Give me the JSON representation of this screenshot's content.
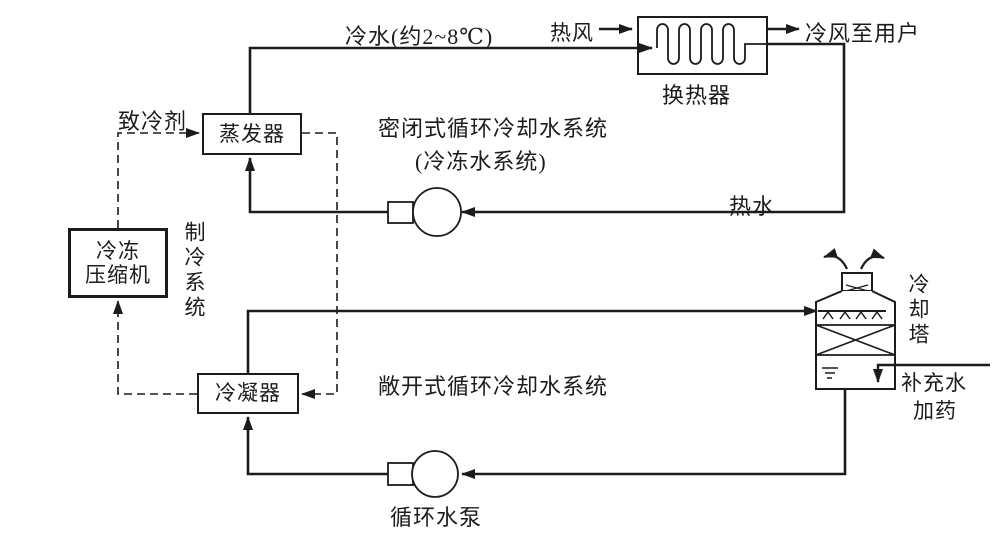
{
  "labels": {
    "cold_water": "冷水(约2~8℃)",
    "hot_wind": "热风",
    "cold_wind_to_user": "冷风至用户",
    "heat_exchanger": "换热器",
    "closed_system_line1": "密闭式循环冷却水系统",
    "closed_system_line2": "(冷冻水系统)",
    "hot_water": "热水",
    "refrigerant": "致冷剂",
    "evaporator": "蒸发器",
    "compressor_line1": "冷冻",
    "compressor_line2": "压缩机",
    "refrigeration_system": "制冷系统",
    "condenser": "冷凝器",
    "open_system": "敞开式循环冷却水系统",
    "circulating_pump": "循环水泵",
    "cooling_tower": "冷却塔",
    "makeup_water": "补充水",
    "dosing": "加药"
  },
  "colors": {
    "line": "#1c1c1c",
    "background": "#ffffff"
  }
}
